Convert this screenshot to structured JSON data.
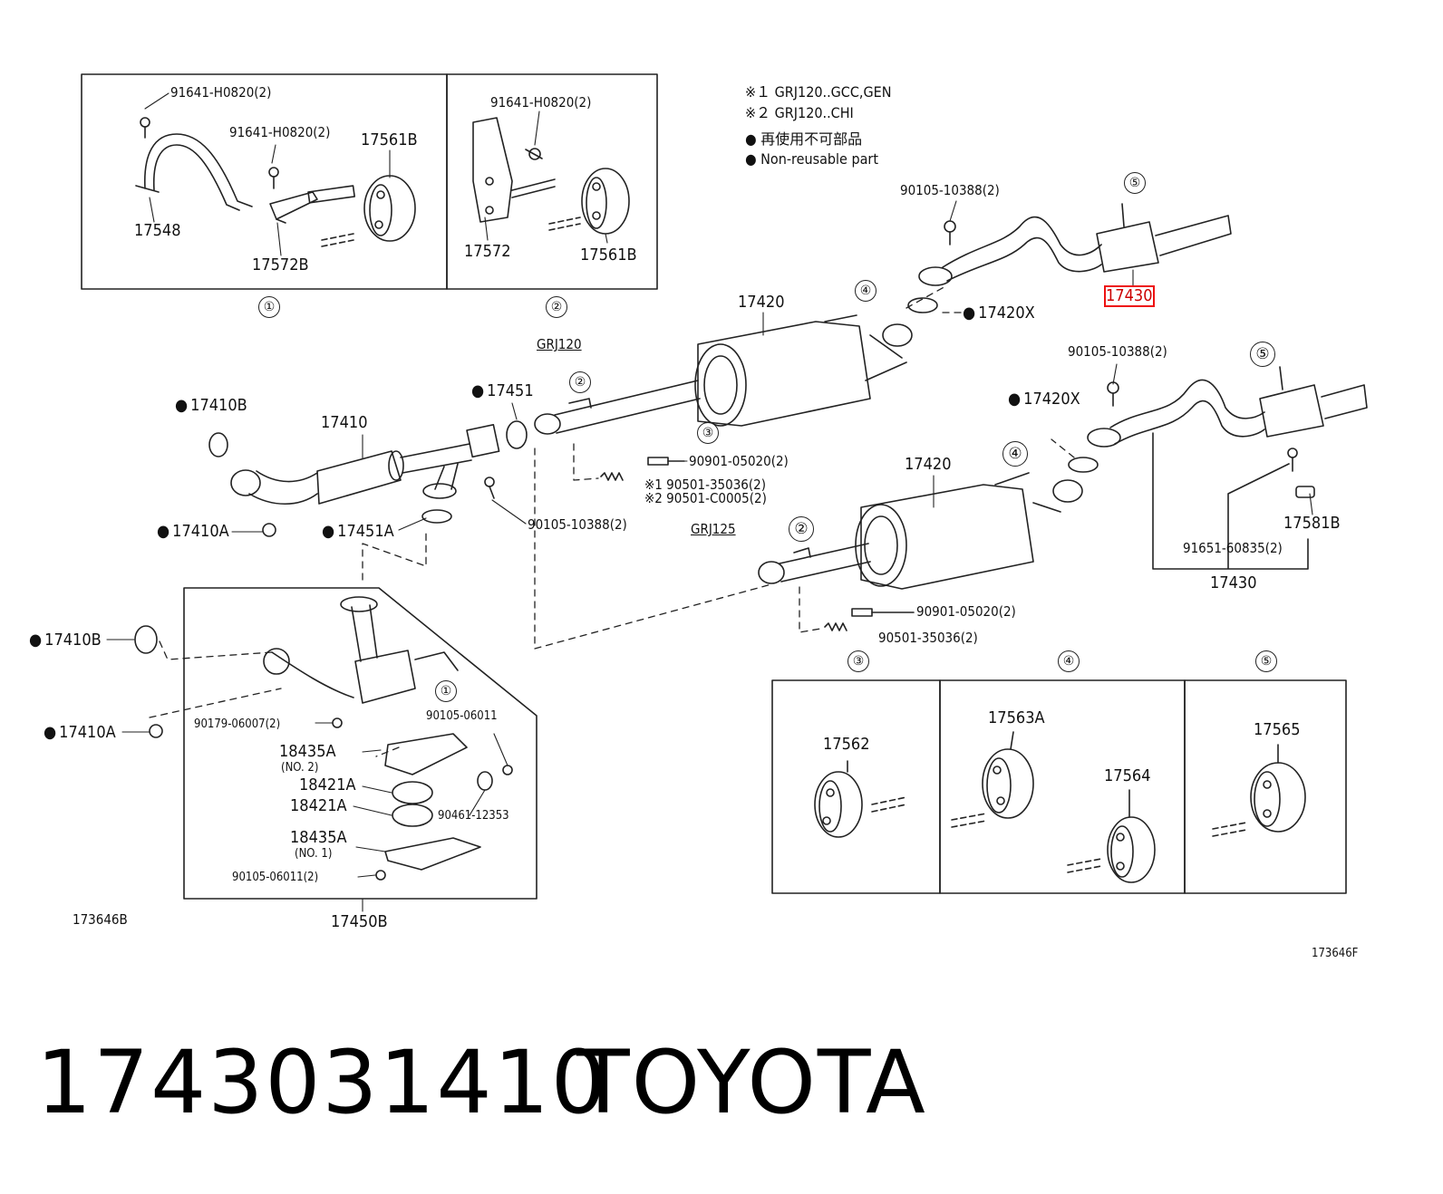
{
  "notes": {
    "note1": "※１ GRJ120..GCC,GEN",
    "note2": "※２ GRJ120..CHI",
    "note3": "● 再使用不可部品",
    "note4": "● Non-reusable part"
  },
  "section_labels": {
    "grj120": "GRJ120",
    "grj125": "GRJ125"
  },
  "callouts": [
    "①",
    "②",
    "③",
    "④",
    "⑤"
  ],
  "parts": {
    "p_91641_h0820_a": "91641-H0820(2)",
    "p_91641_h0820_b": "91641-H0820(2)",
    "p_91641_h0820_c": "91641-H0820(2)",
    "p_17561b_a": "17561B",
    "p_17561b_b": "17561B",
    "p_17548": "17548",
    "p_17572b": "17572B",
    "p_17572": "17572",
    "p_90105_10388_a": "90105-10388(2)",
    "p_90105_10388_b": "90105-10388(2)",
    "p_90105_10388_c": "90105-10388(2)",
    "p_17430_hl": "17430",
    "p_17430_b": "17430",
    "p_17420_a": "17420",
    "p_17420_b": "17420",
    "p_17420x_a": "17420X",
    "p_17420x_b": "17420X",
    "p_17410b_a": "17410B",
    "p_17410b_b": "17410B",
    "p_17410": "17410",
    "p_17451": "17451",
    "p_17451a": "17451A",
    "p_17410a_a": "17410A",
    "p_17410a_b": "17410A",
    "p_90901_05020_a": "90901-05020(2)",
    "p_90901_05020_b": "90901-05020(2)",
    "p_90501_35036_a": "※1 90501-35036(2)",
    "p_90501_c0005": "※2 90501-C0005(2)",
    "p_90501_35036_b": "90501-35036(2)",
    "p_17581b": "17581B",
    "p_91651_60835": "91651-60835(2)",
    "p_90179_06007": "90179-06007(2)",
    "p_90105_06011_a": "90105-06011",
    "p_90105_06011_b": "90105-06011(2)",
    "p_18435a_a": "18435A",
    "p_no2": "(NO. 2)",
    "p_18421a_a": "18421A",
    "p_18421a_b": "18421A",
    "p_90461_12353": "90461-12353",
    "p_18435a_b": "18435A",
    "p_no1": "(NO. 1)",
    "p_17450b": "17450B",
    "p_17562": "17562",
    "p_17563a": "17563A",
    "p_17564": "17564",
    "p_17565": "17565"
  },
  "figure_codes": {
    "left": "173646B",
    "right": "173646F"
  },
  "footer": {
    "part_number": "1743031410",
    "brand": "TOYOTA"
  }
}
